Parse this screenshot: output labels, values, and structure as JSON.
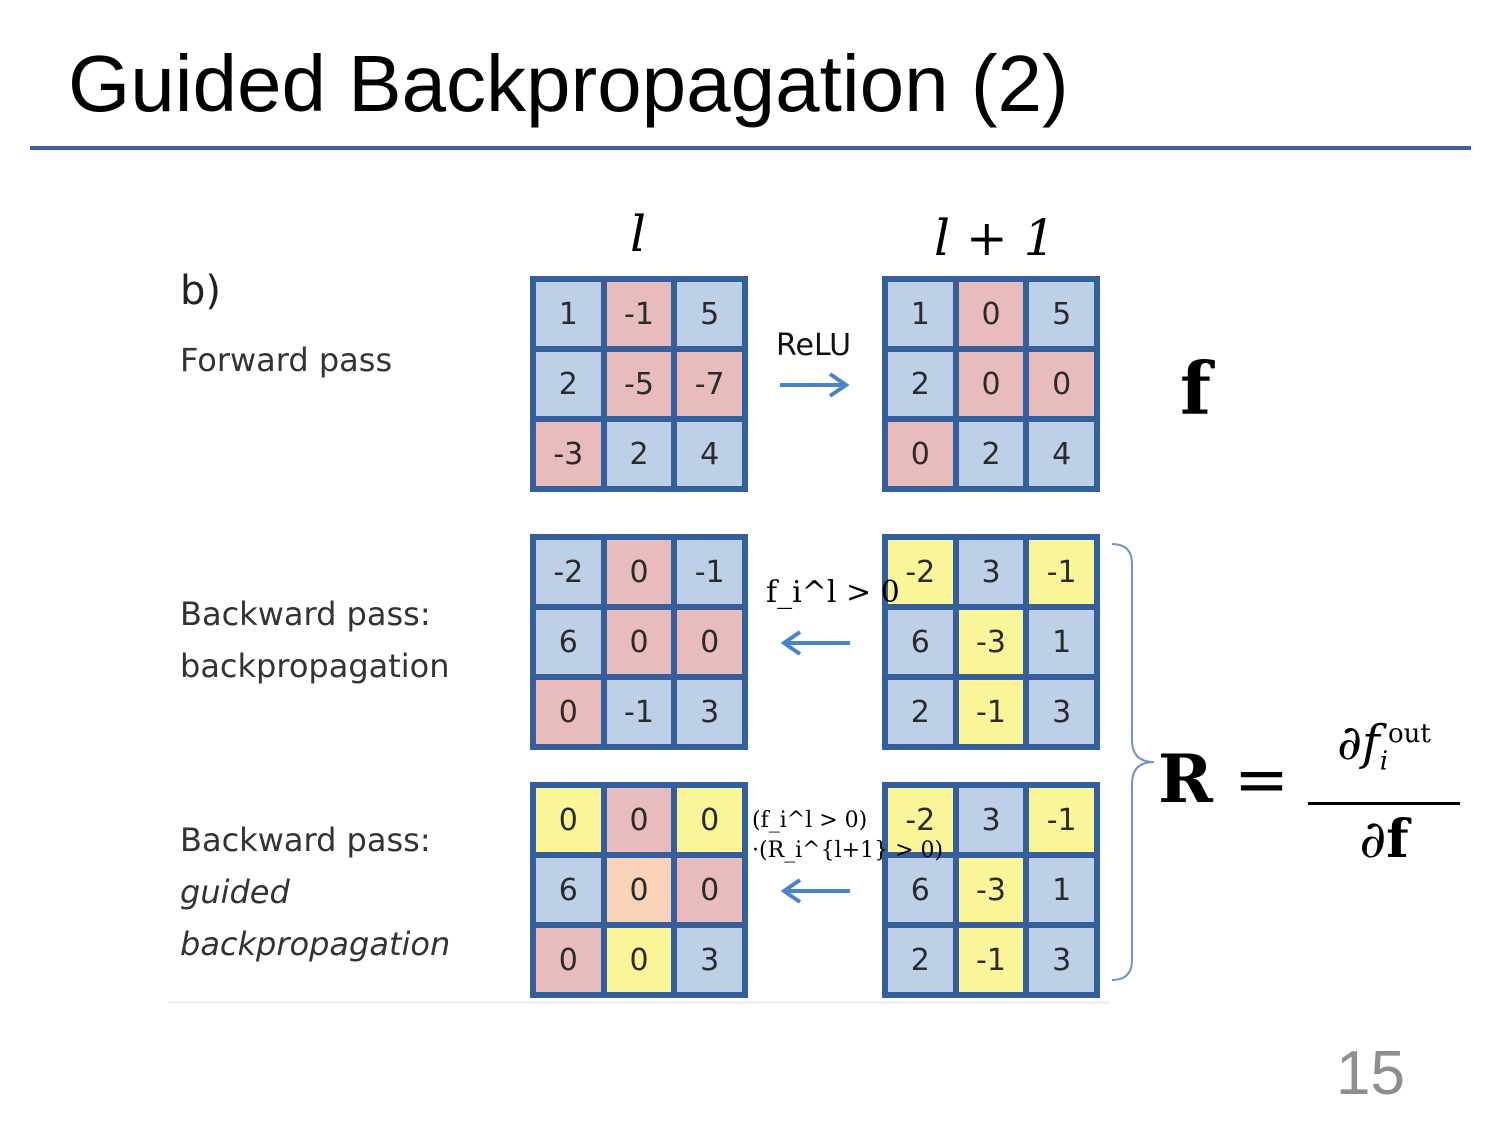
{
  "slide": {
    "title": "Guided Backpropagation (2)",
    "page_number": "15",
    "accent_color": "#3a62a0"
  },
  "figure": {
    "part": "b)",
    "layer_labels": {
      "left": "l",
      "right": "l + 1"
    },
    "rows": {
      "forward": {
        "label": "Forward pass",
        "op": "ReLU"
      },
      "backprop": {
        "label_line1": "Backward pass:",
        "label_line2": "backpropagation",
        "op": "f_i^l > 0"
      },
      "guided": {
        "label_line1": "Backward pass:",
        "label_line2": "guided",
        "label_line3": "backpropagation",
        "op_line1": "(f_i^l > 0)",
        "op_line2": "·(R_i^{l+1} > 0)"
      }
    },
    "grids": {
      "forward_left": {
        "values": [
          "1",
          "-1",
          "5",
          "2",
          "-5",
          "-7",
          "-3",
          "2",
          "4"
        ],
        "colors": [
          "blue",
          "pink",
          "blue",
          "blue",
          "pink",
          "pink",
          "pink",
          "blue",
          "blue"
        ]
      },
      "forward_right": {
        "values": [
          "1",
          "0",
          "5",
          "2",
          "0",
          "0",
          "0",
          "2",
          "4"
        ],
        "colors": [
          "blue",
          "pink",
          "blue",
          "blue",
          "pink",
          "pink",
          "pink",
          "blue",
          "blue"
        ]
      },
      "backprop_left": {
        "values": [
          "-2",
          "0",
          "-1",
          "6",
          "0",
          "0",
          "0",
          "-1",
          "3"
        ],
        "colors": [
          "blue",
          "pink",
          "blue",
          "blue",
          "pink",
          "pink",
          "pink",
          "blue",
          "blue"
        ]
      },
      "backprop_right": {
        "values": [
          "-2",
          "3",
          "-1",
          "6",
          "-3",
          "1",
          "2",
          "-1",
          "3"
        ],
        "colors": [
          "yellow",
          "blue",
          "yellow",
          "blue",
          "yellow",
          "blue",
          "blue",
          "yellow",
          "blue"
        ]
      },
      "guided_left": {
        "values": [
          "0",
          "0",
          "0",
          "6",
          "0",
          "0",
          "0",
          "0",
          "3"
        ],
        "colors": [
          "yellow",
          "pink",
          "yellow",
          "blue",
          "peach",
          "pink",
          "pink",
          "yellow",
          "blue"
        ]
      },
      "guided_right": {
        "values": [
          "-2",
          "3",
          "-1",
          "6",
          "-3",
          "1",
          "2",
          "-1",
          "3"
        ],
        "colors": [
          "yellow",
          "blue",
          "yellow",
          "blue",
          "yellow",
          "blue",
          "blue",
          "yellow",
          "blue"
        ]
      }
    },
    "colors": {
      "blue": "#bdd0e8",
      "pink": "#e8bcbc",
      "yellow": "#fbf59a",
      "peach": "#f9d3b8",
      "grid_border": "#355f9b",
      "arrow": "#4a84c8"
    }
  },
  "annotations": {
    "feature_symbol": "f",
    "relevance_lhs": "R",
    "relevance_eq": "=",
    "fraction_num_partial": "∂",
    "fraction_num_f": "f",
    "fraction_num_sub": "i",
    "fraction_num_sup": "out",
    "fraction_den_partial": "∂",
    "fraction_den_f": "f"
  }
}
